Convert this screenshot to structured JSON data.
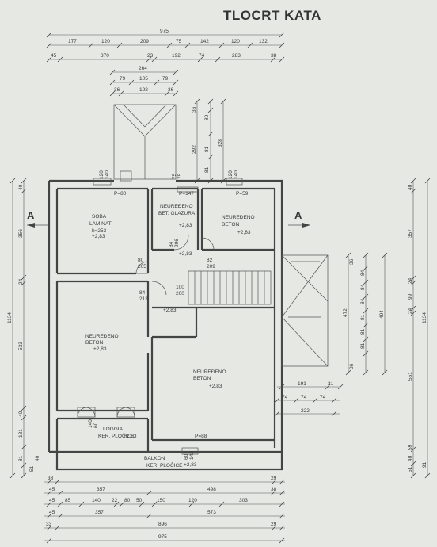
{
  "title": "TLOCRT KATA",
  "section_marks": [
    "A",
    "A"
  ],
  "top_dims": {
    "row1": [
      "975"
    ],
    "row2": [
      "177",
      "120",
      "209",
      "75",
      "142",
      "120",
      "132"
    ],
    "row3": [
      "45",
      "370",
      "23",
      "192",
      "74",
      "283",
      "38"
    ],
    "row4": [
      "264"
    ],
    "row5": [
      "79",
      "105",
      "79"
    ],
    "row6": [
      "36",
      "192",
      "36"
    ]
  },
  "vertical_top_dims": [
    "36",
    "80",
    "292",
    "81",
    "81",
    "328"
  ],
  "left_dims": {
    "outer": [
      "1134"
    ],
    "inner": [
      "40",
      "356",
      "24",
      "533",
      "40",
      "131",
      "81",
      "51",
      "40"
    ]
  },
  "right_dims": {
    "outer": [
      "1134"
    ],
    "inner": [
      "40",
      "357",
      "24",
      "99",
      "24",
      "551",
      "59",
      "40",
      "51",
      "91"
    ]
  },
  "stair_dims": [
    "36",
    "84",
    "84",
    "84",
    "472",
    "81",
    "81",
    "81",
    "494",
    "36"
  ],
  "terrace_dims": [
    "191",
    "31",
    "74",
    "74",
    "74",
    "222"
  ],
  "bottom_dims": {
    "row1": [
      "33",
      "29"
    ],
    "row2": [
      "45",
      "357",
      "498",
      "38"
    ],
    "row3": [
      "45",
      "85",
      "140",
      "22",
      "80",
      "50",
      "150",
      "120",
      "303"
    ],
    "row4": [
      "45",
      "357",
      "573"
    ],
    "row5": [
      "33",
      "896",
      "29"
    ],
    "row6": [
      "975"
    ]
  },
  "openings": {
    "p1": "P=80",
    "p2": "P=147",
    "p3": "P=59",
    "p4": "P=88",
    "w1": [
      "120",
      "140"
    ],
    "w2": [
      "75",
      "75"
    ],
    "w3": [
      "120",
      "140"
    ],
    "w4": [
      "80",
      "205"
    ],
    "w5": [
      "84",
      "206"
    ],
    "w6": [
      "82",
      "209"
    ],
    "w7": [
      "100",
      "200"
    ],
    "w8": [
      "84",
      "213"
    ],
    "w9": [
      "140",
      "60"
    ],
    "w10": [
      "60",
      "142"
    ]
  },
  "rooms": [
    {
      "name": "SOBA",
      "finish": "LAMINAT",
      "height": "h=253",
      "level": "+2,83"
    },
    {
      "name": "NEUREĐENO",
      "finish": "BET. GLAZURA",
      "height": "",
      "level": "+2,83"
    },
    {
      "name": "NEUREĐENO",
      "finish": "BETON",
      "height": "",
      "level": "+2,83"
    },
    {
      "name": "NEUREĐENO",
      "finish": "BETON",
      "height": "",
      "level": "+2,83"
    },
    {
      "name": "NEUREĐENO",
      "finish": "BETON",
      "height": "",
      "level": "+2,83"
    },
    {
      "name": "LOGGIA",
      "finish": "KER. PLOČICE",
      "height": "",
      "level": "+2,83"
    },
    {
      "name": "BALKON",
      "finish": "KER. PLOČICE",
      "height": "",
      "level": "+2,83"
    }
  ],
  "small_levels": [
    "+2,83",
    "+2,83"
  ]
}
